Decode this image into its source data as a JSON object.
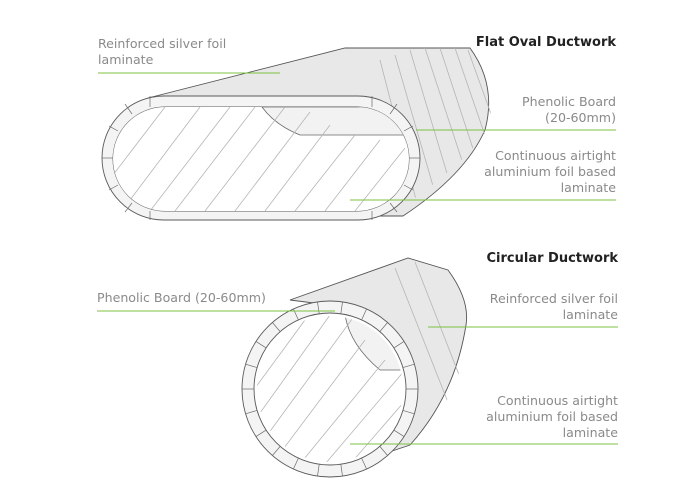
{
  "colors": {
    "leader_line": "#7cc242",
    "label_text": "#8a8a8a",
    "title_text": "#222222",
    "outline": "#555555"
  },
  "flat_oval": {
    "title": "Flat Oval Ductwork",
    "labels": {
      "outer_foil_1": "Reinforced silver foil",
      "outer_foil_2": "laminate",
      "board_1": "Phenolic Board",
      "board_2": "(20-60mm)",
      "inner_foil_1": "Continuous airtight",
      "inner_foil_2": "aluminium foil based",
      "inner_foil_3": "laminate"
    }
  },
  "circular": {
    "title": "Circular Ductwork",
    "labels": {
      "board": "Phenolic Board (20-60mm)",
      "outer_foil_1": "Reinforced silver foil",
      "outer_foil_2": "laminate",
      "inner_foil_1": "Continuous airtight",
      "inner_foil_2": "aluminium foil based",
      "inner_foil_3": "laminate"
    }
  }
}
